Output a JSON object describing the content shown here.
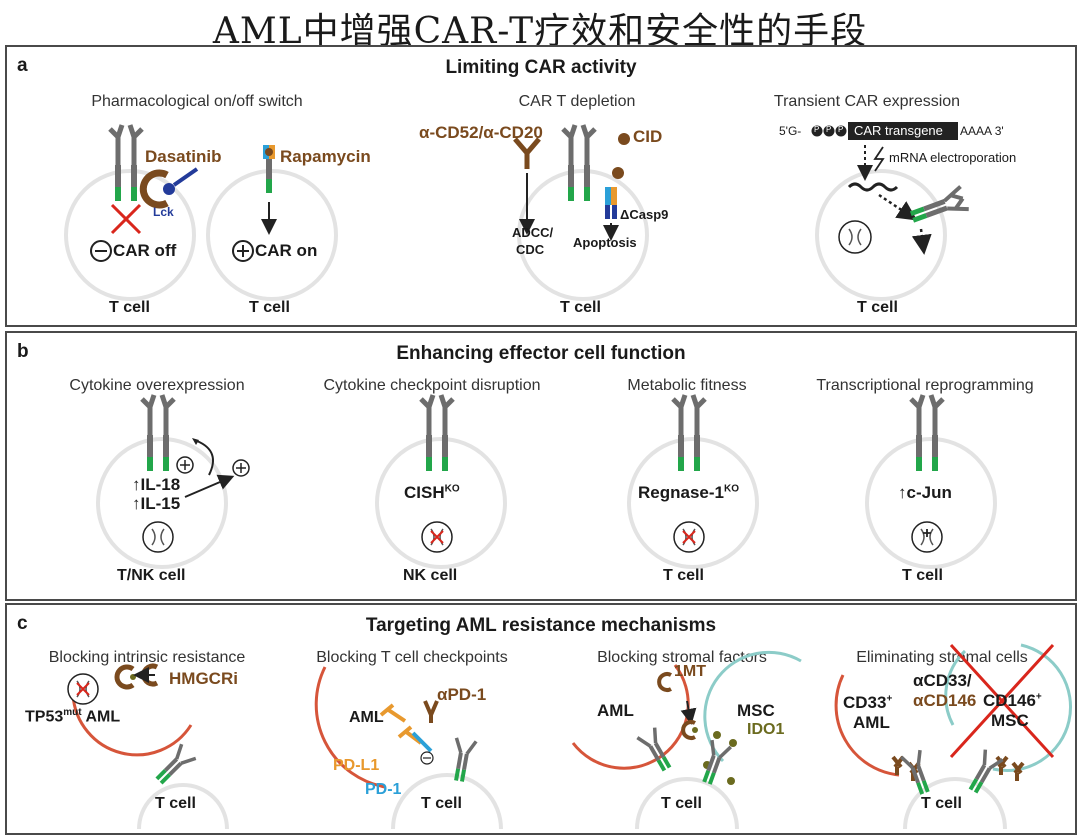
{
  "title": "AML中增强CAR-T疗效和安全性的手段",
  "colors": {
    "brown": "#7a4a1e",
    "green": "#22a64a",
    "orange": "#e8992e",
    "blue": "#2ba0d8",
    "red": "#d9261c",
    "aml": "#d6553a",
    "msc": "#8cccc8",
    "grey": "#6d6d6d"
  },
  "panel_a": {
    "letter": "a",
    "title": "Limiting CAR activity",
    "sub1": "Pharmacological on/off switch",
    "sub2": "CAR T depletion",
    "sub3": "Transient CAR expression",
    "dasatinib": "Dasatinib",
    "lck": "Lck",
    "car_off": "CAR off",
    "rapamycin": "Rapamycin",
    "car_on": "CAR on",
    "antibodies": "α-CD52/α-CD20",
    "cid": "CID",
    "adcc": "ADCC/",
    "cdc": "CDC",
    "casp9": "ΔCasp9",
    "apoptosis": "Apoptosis",
    "mrna_5": "5'G-",
    "mrna_ppp": "P",
    "mrna_transgene": "CAR transgene",
    "mrna_3": "AAAA 3'",
    "electroporation": "mRNA electroporation",
    "t_cell": "T cell"
  },
  "panel_b": {
    "letter": "b",
    "title": "Enhancing effector cell function",
    "sub1": "Cytokine overexpression",
    "sub2": "Cytokine checkpoint disruption",
    "sub3": "Metabolic fitness",
    "sub4": "Transcriptional reprogramming",
    "il18": "↑IL-18",
    "il15": "↑IL-15",
    "cish": "CISH",
    "ko": "KO",
    "regnase": "Regnase-1",
    "cjun": "↑c-Jun",
    "tnk_cell": "T/NK cell",
    "nk_cell": "NK cell",
    "t_cell": "T cell"
  },
  "panel_c": {
    "letter": "c",
    "title": "Targeting AML resistance mechanisms",
    "sub1": "Blocking intrinsic resistance",
    "sub2": "Blocking T cell checkpoints",
    "sub3": "Blocking stromal factors",
    "sub4": "Eliminating stromal cells",
    "hmgcri": "HMGCRi",
    "tp53": "TP53",
    "mut": "mut",
    "aml": "AML",
    "apd1": "αPD-1",
    "pdl1": "PD-L1",
    "pd1": "PD-1",
    "onemt": "1MT",
    "msc": "MSC",
    "ido1": "IDO1",
    "cd33": "CD33",
    "plus": "+",
    "acd33": "αCD33/",
    "acd146": "αCD146",
    "cd146": "CD146",
    "t_cell": "T cell"
  }
}
